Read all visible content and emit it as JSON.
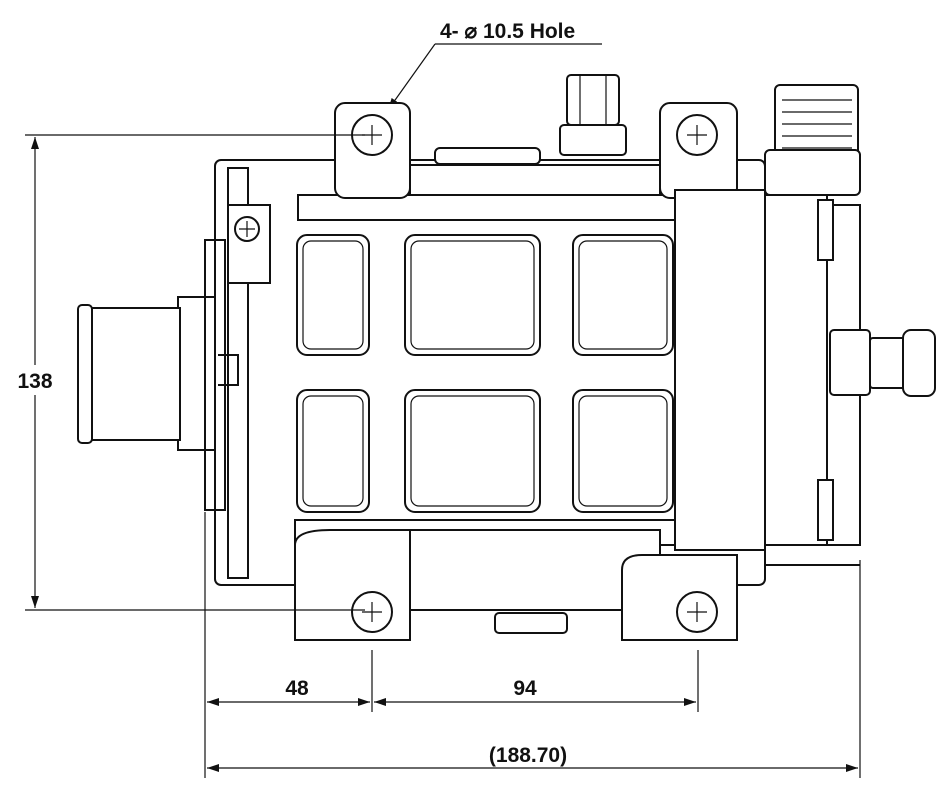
{
  "drawing": {
    "hole_note": "4- ⌀ 10.5 Hole",
    "dimensions": {
      "height": "138",
      "offset_left": "48",
      "hole_spacing": "94",
      "overall_length": "(188.70)"
    }
  }
}
